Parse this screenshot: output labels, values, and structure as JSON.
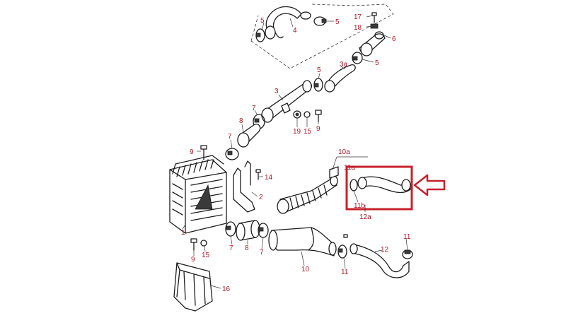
{
  "colors": {
    "callout": "#b01828",
    "highlight": "#c8202a",
    "ink": "#1c1c1c"
  },
  "callouts": [
    {
      "id": "c-5a",
      "text": "5"
    },
    {
      "id": "c-4",
      "text": "4"
    },
    {
      "id": "c-5b",
      "text": "5"
    },
    {
      "id": "c-17",
      "text": "17"
    },
    {
      "id": "c-18",
      "text": "18"
    },
    {
      "id": "c-6",
      "text": "6"
    },
    {
      "id": "c-5c",
      "text": "5"
    },
    {
      "id": "c-3a",
      "text": "3a"
    },
    {
      "id": "c-5d",
      "text": "5"
    },
    {
      "id": "c-3",
      "text": "3"
    },
    {
      "id": "c-7a",
      "text": "7"
    },
    {
      "id": "c-19",
      "text": "19"
    },
    {
      "id": "c-15a",
      "text": "15"
    },
    {
      "id": "c-9a",
      "text": "9"
    },
    {
      "id": "c-8a",
      "text": "8"
    },
    {
      "id": "c-7b",
      "text": "7"
    },
    {
      "id": "c-9b",
      "text": "9"
    },
    {
      "id": "c-10a",
      "text": "10a"
    },
    {
      "id": "c-11a",
      "text": "11a"
    },
    {
      "id": "c-14",
      "text": "14"
    },
    {
      "id": "c-2",
      "text": "2"
    },
    {
      "id": "c-11b",
      "text": "11b"
    },
    {
      "id": "c-12a",
      "text": "12a"
    },
    {
      "id": "c-1",
      "text": "1"
    },
    {
      "id": "c-7c",
      "text": "7"
    },
    {
      "id": "c-8b",
      "text": "8"
    },
    {
      "id": "c-7d",
      "text": "7"
    },
    {
      "id": "c-9c",
      "text": "9"
    },
    {
      "id": "c-15b",
      "text": "15"
    },
    {
      "id": "c-10",
      "text": "10"
    },
    {
      "id": "c-11c",
      "text": "11"
    },
    {
      "id": "c-11d",
      "text": "11"
    },
    {
      "id": "c-12",
      "text": "12"
    },
    {
      "id": "c-16",
      "text": "16"
    }
  ]
}
